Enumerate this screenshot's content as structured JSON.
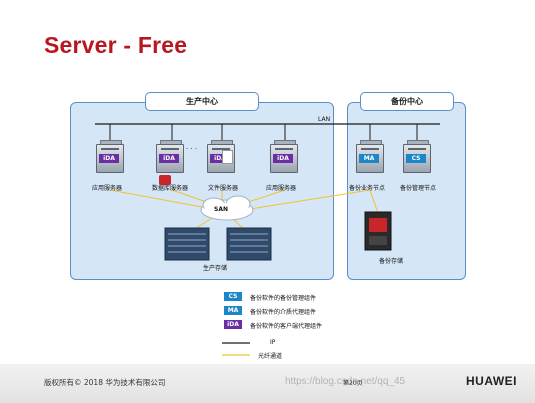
{
  "title": "Server - Free",
  "zones": {
    "production": "生产中心",
    "backup": "备份中心"
  },
  "network_labels": {
    "lan": "LAN",
    "san": "SAN"
  },
  "servers": [
    {
      "badge": "iDA",
      "label": "应用服务器"
    },
    {
      "badge": "iDA",
      "label": "数据库服务器"
    },
    {
      "badge": "iDA",
      "label": "文件服务器"
    },
    {
      "badge": "iDA",
      "label": "应用服务器"
    },
    {
      "badge": "MA",
      "label": "备份业务节点"
    },
    {
      "badge": "CS",
      "label": "备份管理节点"
    }
  ],
  "ellipsis": "· · ·",
  "storage": {
    "production": "生产存储",
    "backup": "备份存储"
  },
  "legend": [
    {
      "badge": "CS",
      "text": "备份软件的备份管理组件",
      "color": "#1c86c8"
    },
    {
      "badge": "MA",
      "text": "备份软件的介质代理组件",
      "color": "#1c86c8"
    },
    {
      "badge": "iDA",
      "text": "备份软件的客户端代理组件",
      "color": "#6a2fa5"
    },
    {
      "line": "ip",
      "text": "IP",
      "color": "#1a1a1a"
    },
    {
      "line": "fiber",
      "text": "光纤通道",
      "color": "#f2c230"
    }
  ],
  "footer": {
    "copyright": "版权所有© 2018 华为技术有限公司",
    "page": "第20页",
    "watermark": "https://blog.csdn.net/qq_45",
    "brand": "HUAWEI"
  }
}
